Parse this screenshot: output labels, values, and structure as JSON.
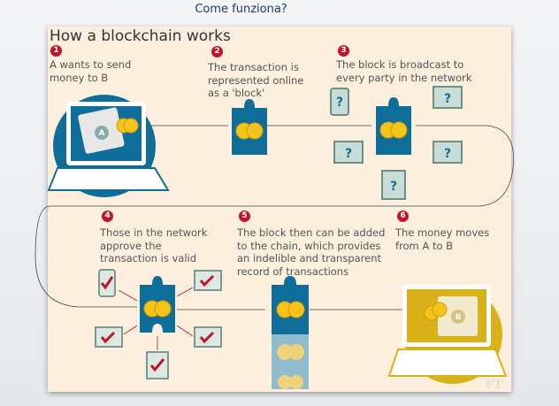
{
  "slide": {
    "title": "Come funziona?"
  },
  "infographic": {
    "title": "How a blockchain works",
    "steps": [
      {
        "number": "1",
        "text": "A wants to send\nmoney to B"
      },
      {
        "number": "2",
        "text": "The transaction is\nrepresented online\nas a 'block'"
      },
      {
        "number": "3",
        "text": "The block is broadcast to\nevery party in the network"
      },
      {
        "number": "4",
        "text": "Those in the network\napprove the\ntransaction is valid"
      },
      {
        "number": "5",
        "text": "The block then can be added\nto the chain, which provides\nan indelible and transparent\nrecord of transactions"
      },
      {
        "number": "6",
        "text": "The money moves\nfrom A to B"
      }
    ],
    "wallet_a": "A",
    "wallet_b": "B",
    "unknown_mark": "?",
    "logo": "FT"
  },
  "colors": {
    "blue": "#0f6d99",
    "badge": "#c1142c",
    "gold": "#d9b21a",
    "cream": "#fcefde"
  }
}
